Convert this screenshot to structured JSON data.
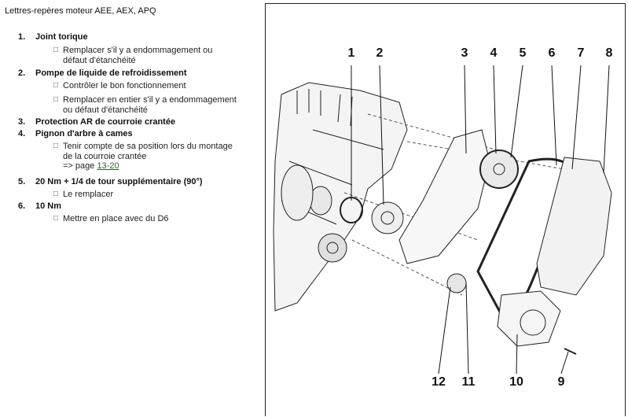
{
  "document": {
    "title": "Lettres-repères moteur AEE, AEX, APQ"
  },
  "items": [
    {
      "num": "1.",
      "label": "Joint torique",
      "subs": [
        {
          "lines": [
            "Remplacer s'il y a endommagement ou",
            "défaut d'étanchéité"
          ]
        }
      ]
    },
    {
      "num": "2.",
      "label": "Pompe de liquide de refroidissement",
      "subs": [
        {
          "lines": [
            "Contrôler le bon fonctionnement"
          ]
        },
        {
          "lines": [
            "Remplacer en entier s'il y a endommagement",
            "ou défaut d'étanchéité"
          ]
        }
      ]
    },
    {
      "num": "3.",
      "label": "Protection AR de courroie crantée",
      "subs": []
    },
    {
      "num": "4.",
      "label": "Pignon d'arbre à cames",
      "subs": [
        {
          "lines": [
            "Tenir compte de sa position lors du montage",
            "de la courroie crantée"
          ]
        }
      ],
      "ref_prefix": "=> page ",
      "ref_link": "13-20"
    },
    {
      "num": "5.",
      "label": "20 Nm + 1/4 de tour supplémentaire (90°)",
      "subs": [
        {
          "lines": [
            "Le remplacer"
          ]
        }
      ]
    },
    {
      "num": "6.",
      "label": "10 Nm",
      "subs": [
        {
          "lines": [
            "Mettre en place avec du D6"
          ]
        }
      ]
    }
  ],
  "bullet_glyph": "□",
  "figure": {
    "callouts_top": [
      "1",
      "2",
      "3",
      "4",
      "5",
      "6",
      "7",
      "8"
    ],
    "callouts_bottom": [
      "12",
      "11",
      "10",
      "9"
    ]
  }
}
